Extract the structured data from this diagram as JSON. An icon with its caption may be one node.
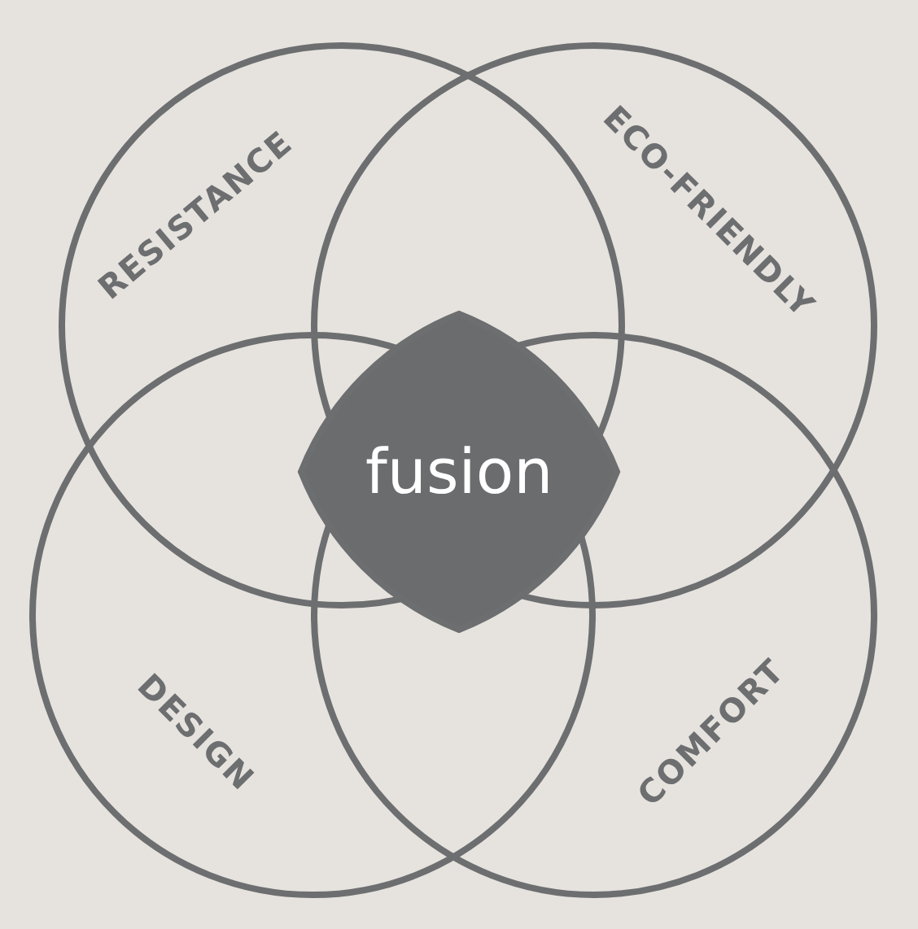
{
  "diagram": {
    "nodes": [
      {
        "text": [
          "RESISTANCE"
        ]
      },
      {
        "text": [
          "ECO-FRIENDLY"
        ]
      },
      {
        "text": [
          "DESIGN"
        ]
      },
      {
        "text": [
          "COMFORT"
        ]
      },
      {
        "text": [
          "fusion"
        ]
      }
    ]
  }
}
